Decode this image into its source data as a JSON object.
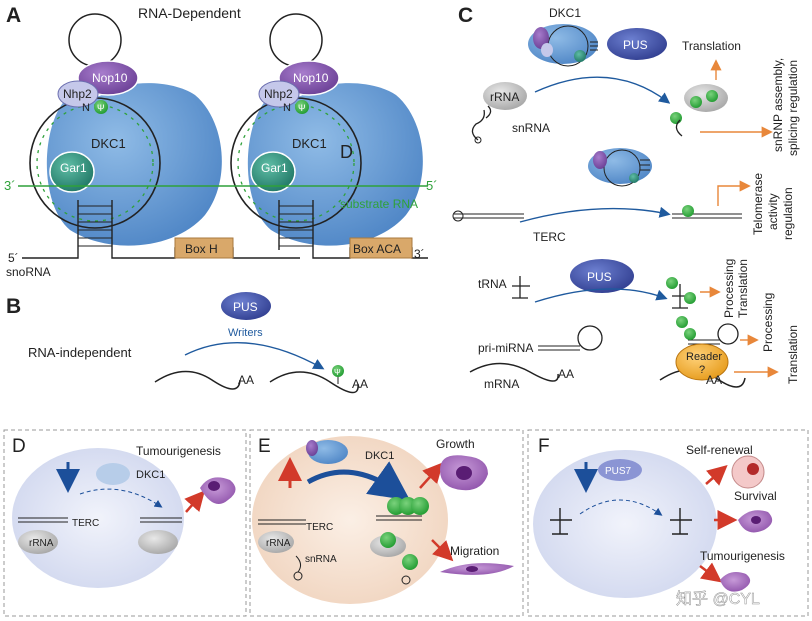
{
  "panel_a": {
    "letter": "A",
    "title": "RNA-Dependent",
    "nop10": "Nop10",
    "nhp2": "Nhp2",
    "dkc1": "DKC1",
    "gar1": "Gar1",
    "n_label": "N",
    "psi": "Ψ",
    "d_letter": "D",
    "three_prime": "3´",
    "five_prime": "5´",
    "substrate": "substrate RNA",
    "box_h": "Box H",
    "box_aca": "Box ACA",
    "snorna": "snoRNA"
  },
  "panel_b": {
    "letter": "B",
    "pus": "PUS",
    "writers": "Writers",
    "rna_independent": "RNA-independent",
    "aa": "AA",
    "psi": "Ψ"
  },
  "panel_c": {
    "letter": "C",
    "dkc1": "DKC1",
    "pus": "PUS",
    "translation": "Translation",
    "rrna": "rRNA",
    "snrna": "snRNA",
    "snrnp_line1": "snRNP assembly,",
    "snrnp_line2": "splicing regulation",
    "terc": "TERC",
    "telomerase_1": "Telomerase",
    "telomerase_2": "activity",
    "telomerase_3": "regulation",
    "trna": "tRNA",
    "processing": "Processing",
    "pri_mirna": "pri-miRNA",
    "mrna": "mRNA",
    "aa": "AA",
    "reader": "Reader",
    "question": "?"
  },
  "panel_d": {
    "letter": "D",
    "tumourigenesis": "Tumourigenesis",
    "dkc1": "DKC1",
    "terc": "TERC",
    "rrna": "rRNA"
  },
  "panel_e": {
    "letter": "E",
    "dkc1": "DKC1",
    "growth": "Growth",
    "terc": "TERC",
    "rrna": "rRNA",
    "snrna": "snRNA",
    "migration": "Migration"
  },
  "panel_f": {
    "letter": "F",
    "pus7": "PUS7",
    "self_renewal": "Self-renewal",
    "survival": "Survival",
    "tumourigenesis": "Tumourigenesis"
  },
  "watermark": "知乎 @CYL",
  "colors": {
    "dkc1_blue": "#5b93cf",
    "nop10_purple": "#7b4fa3",
    "gar1_teal": "#2e8f7b",
    "box_tan": "#d9a86a",
    "pus_navy": "#3b4aa0",
    "green_rna": "#2fa13a",
    "orange_arrow": "#e8873a",
    "red_arrow": "#d23a2a",
    "reader_orange": "#f2a52a"
  }
}
